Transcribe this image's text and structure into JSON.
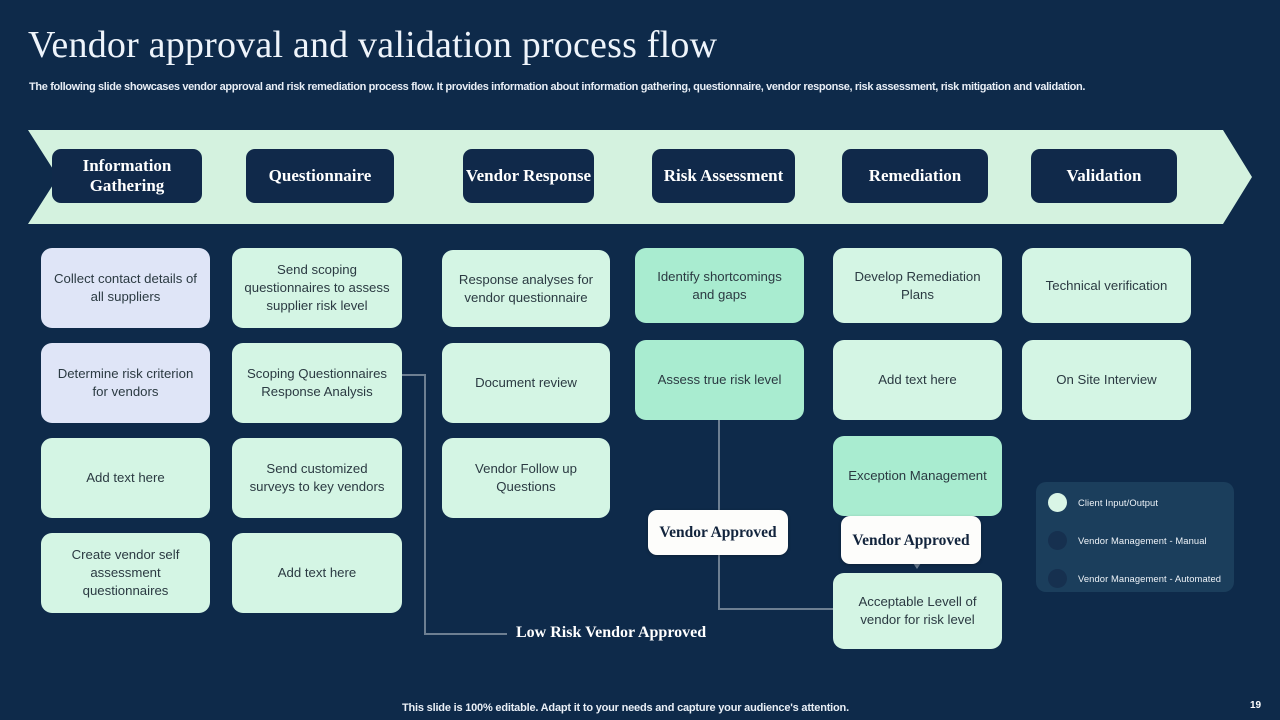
{
  "header": {
    "title": "Vendor approval and validation process flow",
    "subtitle": "The following slide showcases vendor approval and risk remediation process flow. It provides information about information gathering, questionnaire, vendor response, risk assessment, risk mitigation and validation."
  },
  "colors": {
    "background": "#0e2a4a",
    "banner": "#d4f2df",
    "chip": "#10294a",
    "card_lavender": "#dfe5f7",
    "card_mint_light": "#d4f5e4",
    "card_mint": "#a9ecd0",
    "decision_white": "#fdfdfb",
    "connector": "#6d7f92",
    "legend_panel": "#1b3e5c"
  },
  "banner": {
    "steps": [
      {
        "label": "Information Gathering"
      },
      {
        "label": "Questionnaire"
      },
      {
        "label": "Vendor Response"
      },
      {
        "label": "Risk Assessment"
      },
      {
        "label": "Remediation"
      },
      {
        "label": "Validation"
      }
    ]
  },
  "columns": [
    {
      "name": "information-gathering",
      "cards": [
        {
          "text": "Collect contact details of all suppliers",
          "style": "lavender"
        },
        {
          "text": "Determine risk criterion for vendors",
          "style": "lavender"
        },
        {
          "text": "Add text here",
          "style": "mint-light"
        },
        {
          "text": "Create vendor self assessment questionnaires",
          "style": "mint-light"
        }
      ]
    },
    {
      "name": "questionnaire",
      "cards": [
        {
          "text": "Send scoping questionnaires to assess supplier risk level",
          "style": "mint-light"
        },
        {
          "text": "Scoping Questionnaires Response Analysis",
          "style": "mint-light"
        },
        {
          "text": "Send customized surveys to key vendors",
          "style": "mint-light"
        },
        {
          "text": "Add text here",
          "style": "mint-light"
        }
      ]
    },
    {
      "name": "vendor-response",
      "cards": [
        {
          "text": "Response analyses for vendor questionnaire",
          "style": "mint-light"
        },
        {
          "text": "Document review",
          "style": "mint-light"
        },
        {
          "text": "Vendor Follow up Questions",
          "style": "mint-light"
        }
      ]
    },
    {
      "name": "risk-assessment",
      "cards": [
        {
          "text": "Identify shortcomings and gaps",
          "style": "mint"
        },
        {
          "text": "Assess true risk level",
          "style": "mint"
        }
      ]
    },
    {
      "name": "remediation",
      "cards": [
        {
          "text": "Develop Remediation Plans",
          "style": "mint-light"
        },
        {
          "text": "Add text here",
          "style": "mint-light"
        },
        {
          "text": "Exception Management",
          "style": "mint"
        },
        {
          "text": "Acceptable Levell of vendor for risk level",
          "style": "mint-light"
        }
      ]
    },
    {
      "name": "validation",
      "cards": [
        {
          "text": "Technical verification",
          "style": "mint-light"
        },
        {
          "text": "On Site Interview",
          "style": "mint-light"
        }
      ]
    }
  ],
  "decisions": {
    "risk_approved": "Vendor Approved",
    "remediation_approved": "Vendor Approved"
  },
  "annotations": {
    "low_risk": "Low Risk Vendor Approved"
  },
  "legend": {
    "items": [
      {
        "label": "Client Input/Output",
        "color": "#d9f5e6"
      },
      {
        "label": "Vendor Management - Manual",
        "color": "#16304f"
      },
      {
        "label": "Vendor Management - Automated",
        "color": "#16304f"
      }
    ]
  },
  "footer": {
    "note": "This slide is 100% editable. Adapt it to your needs and capture your audience's attention.",
    "page": "19"
  }
}
